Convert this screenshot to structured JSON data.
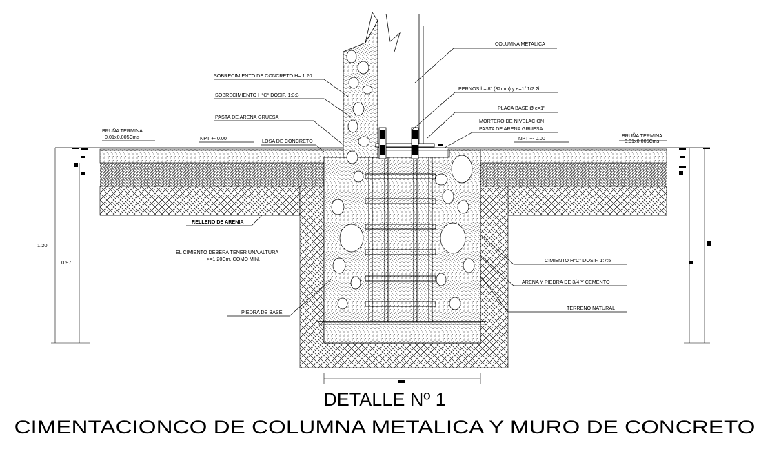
{
  "title": {
    "line1": "DETALLE Nº 1",
    "line2": "CIMENTACIONCO DE COLUMNA METALICA Y MURO DE CONCRETO"
  },
  "labels": {
    "columna_metalica": "COLUMNA METALICA",
    "sobrecimiento_concreto": "SOBRECIMIENTO DE CONCRETO H= 1.20",
    "sobrecimiento_dosif": "SOBRECIMIENTO H°C° DOSIF. 1:3:3",
    "pasta_arena": "PASTA DE ARENA GRUESA",
    "pernos": "PERNOS h= 8\" (32mm) y e=1/ 1/2  Ø",
    "placa_base": "PLACA BASE Ø  e=1\"",
    "mortero_1": "MORTERO DE NIVELACION",
    "mortero_2": "PASTA DE ARENA GRUESA",
    "bruna_left_1": "BRUÑA TERMINA",
    "bruna_left_2": "0.01x0.005Cms",
    "bruna_right_1": "BRUÑA TERMINA",
    "bruna_right_2": "0.01x0.005Cms",
    "npt_left": "NPT +- 0.00",
    "npt_right": "NPT +- 0.00",
    "losa": "LOSA DE CONCRETO",
    "relleno": "RELLENO DE ARENIA",
    "nota_1": "EL CIMIENTO DEBERA TENER UNA ALTURA",
    "nota_2": ">=1.20Cm. COMO MIN.",
    "cimiento": "CIMIENTO H°C° DOSIF. 1:7:5",
    "arena_piedra": "ARENA Y PIEDRA DE 3/4 Y CEMENTO",
    "terreno": "TERRENO NATURAL",
    "piedra_base": "PIEDRA DE BASE"
  },
  "dimensions": {
    "outer": "1.20",
    "inner": "0.97"
  }
}
